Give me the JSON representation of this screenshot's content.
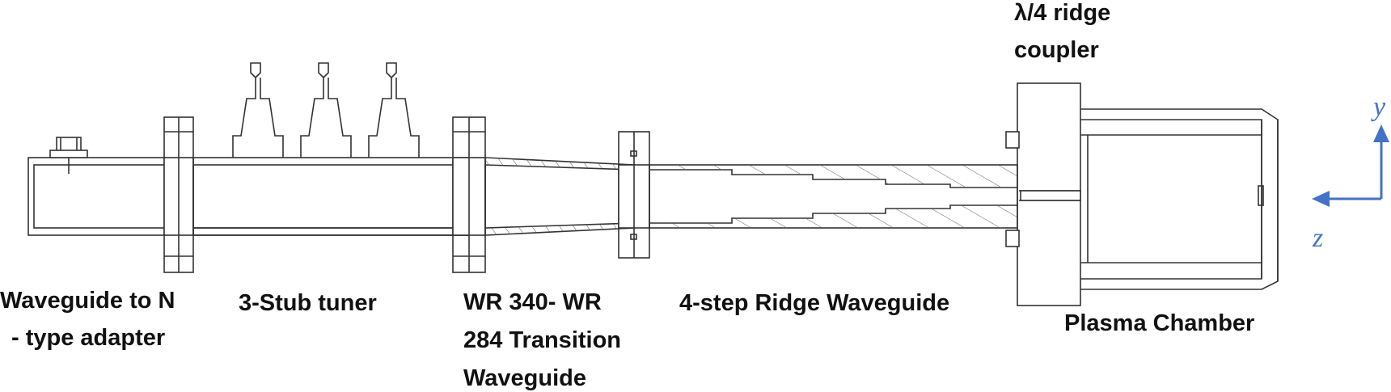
{
  "labels": {
    "adapter_line1": "Waveguide to N",
    "adapter_line2": "- type adapter",
    "tuner": "3-Stub tuner",
    "transition_line1": "WR 340- WR",
    "transition_line2": "284 Transition",
    "transition_line3": "Waveguide",
    "ridge": "4-step Ridge Waveguide",
    "coupler_line1": "λ/4 ridge",
    "coupler_line2": "coupler",
    "plasma": "Plasma Chamber"
  },
  "axes": {
    "y_label": "y",
    "z_label": "z",
    "color": "#4472c4"
  },
  "colors": {
    "line": "#333333",
    "text": "#111111"
  }
}
